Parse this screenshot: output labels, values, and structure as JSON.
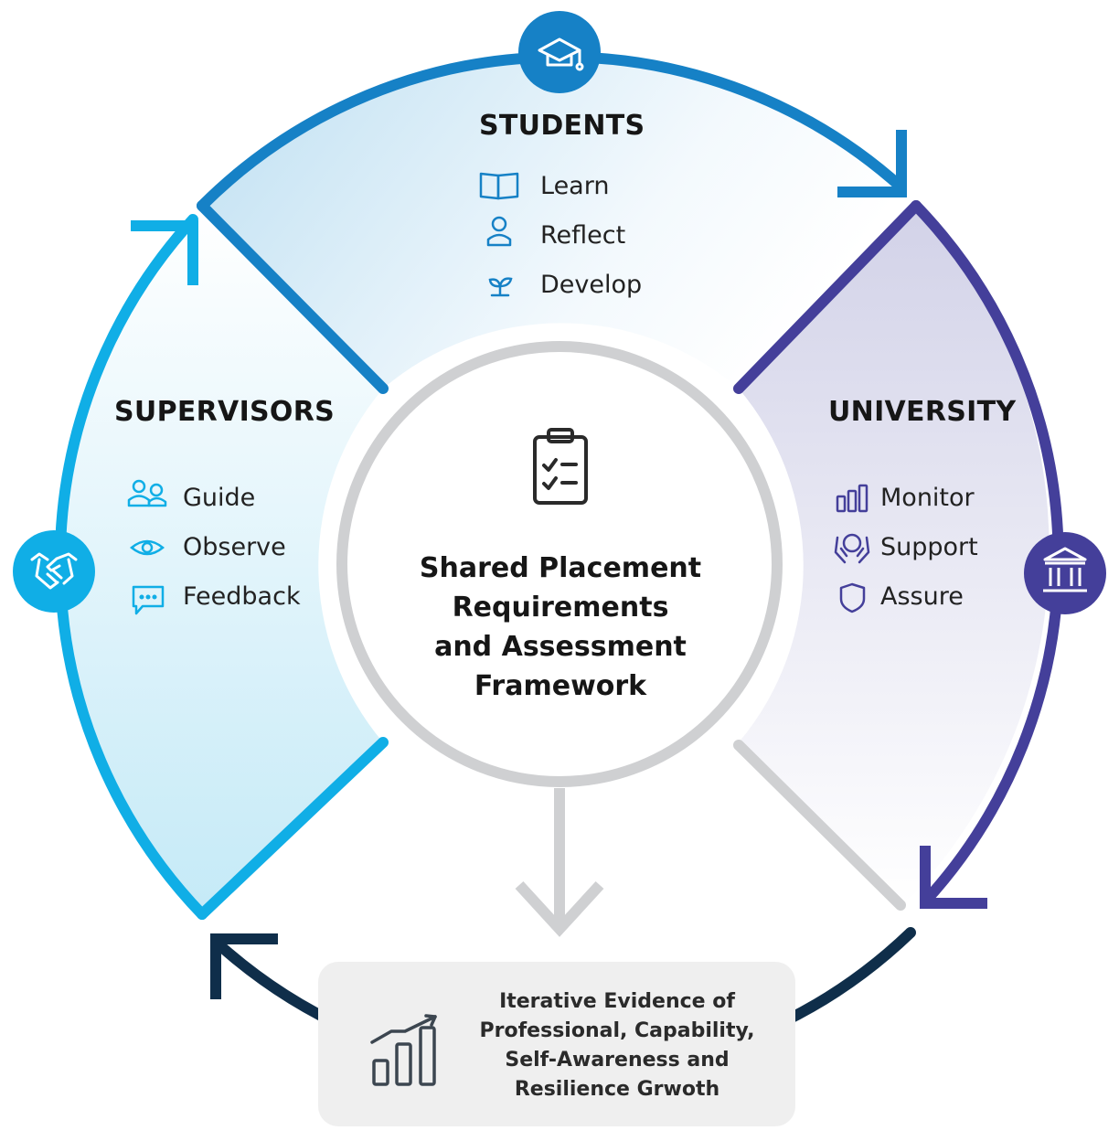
{
  "center": {
    "lines": [
      "Shared Placement",
      "Requirements",
      "and Assessment",
      "Framework"
    ],
    "icon": "clipboard-checklist-icon"
  },
  "students": {
    "title": "STUDENTS",
    "color": "#1681c6",
    "icon": "graduation-cap-icon",
    "items": [
      {
        "label": "Learn",
        "icon": "open-book-icon"
      },
      {
        "label": "Reflect",
        "icon": "person-reflect-icon"
      },
      {
        "label": "Develop",
        "icon": "sprout-icon"
      }
    ]
  },
  "university": {
    "title": "UNIVERSITY",
    "color": "#443f9a",
    "icon": "university-building-icon",
    "items": [
      {
        "label": "Monitor",
        "icon": "bar-chart-icon"
      },
      {
        "label": "Support",
        "icon": "supporting-hands-icon"
      },
      {
        "label": "Assure",
        "icon": "shield-icon"
      }
    ]
  },
  "supervisors": {
    "title": "SUPERVISORS",
    "color": "#10aee6",
    "icon": "handshake-icon",
    "items": [
      {
        "label": "Guide",
        "icon": "people-icon"
      },
      {
        "label": "Observe",
        "icon": "eye-icon"
      },
      {
        "label": "Feedback",
        "icon": "chat-bubble-icon"
      }
    ]
  },
  "evidence": {
    "lines": [
      "Iterative Evidence of",
      "Professional, Capability,",
      "Self-Awareness and",
      "Resilience Grwoth"
    ],
    "icon": "growth-chart-icon",
    "color": "#0f2e4a"
  }
}
